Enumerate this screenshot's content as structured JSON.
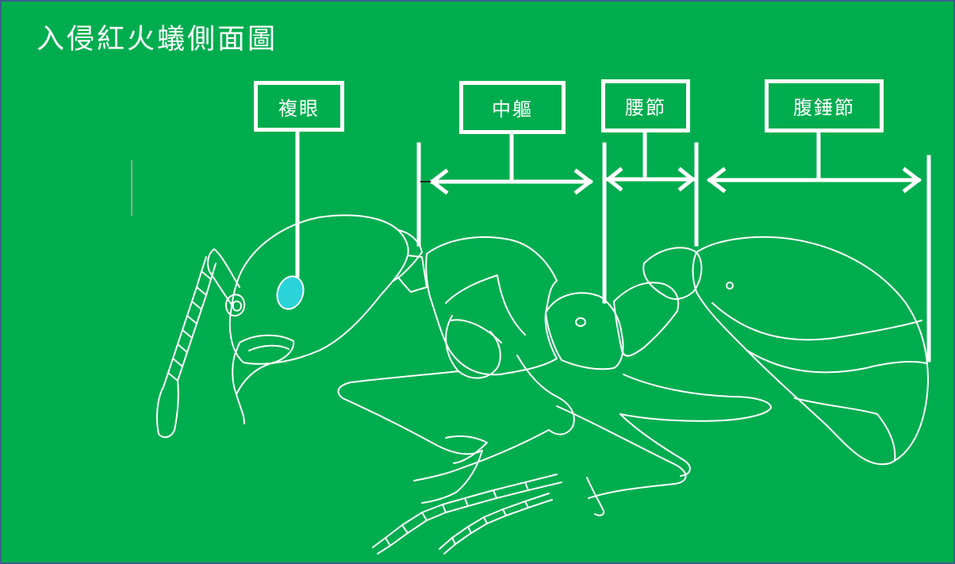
{
  "title": "入侵紅火蟻側面圖",
  "labels": {
    "compound_eye": "複眼",
    "mesosoma": "中軀",
    "petiole": "腰節",
    "gaster": "腹錘節"
  },
  "colors": {
    "background": "#00ad4e",
    "border": "#3d5f8f",
    "outline": "#ffffff",
    "eye": "#29d3d8"
  }
}
